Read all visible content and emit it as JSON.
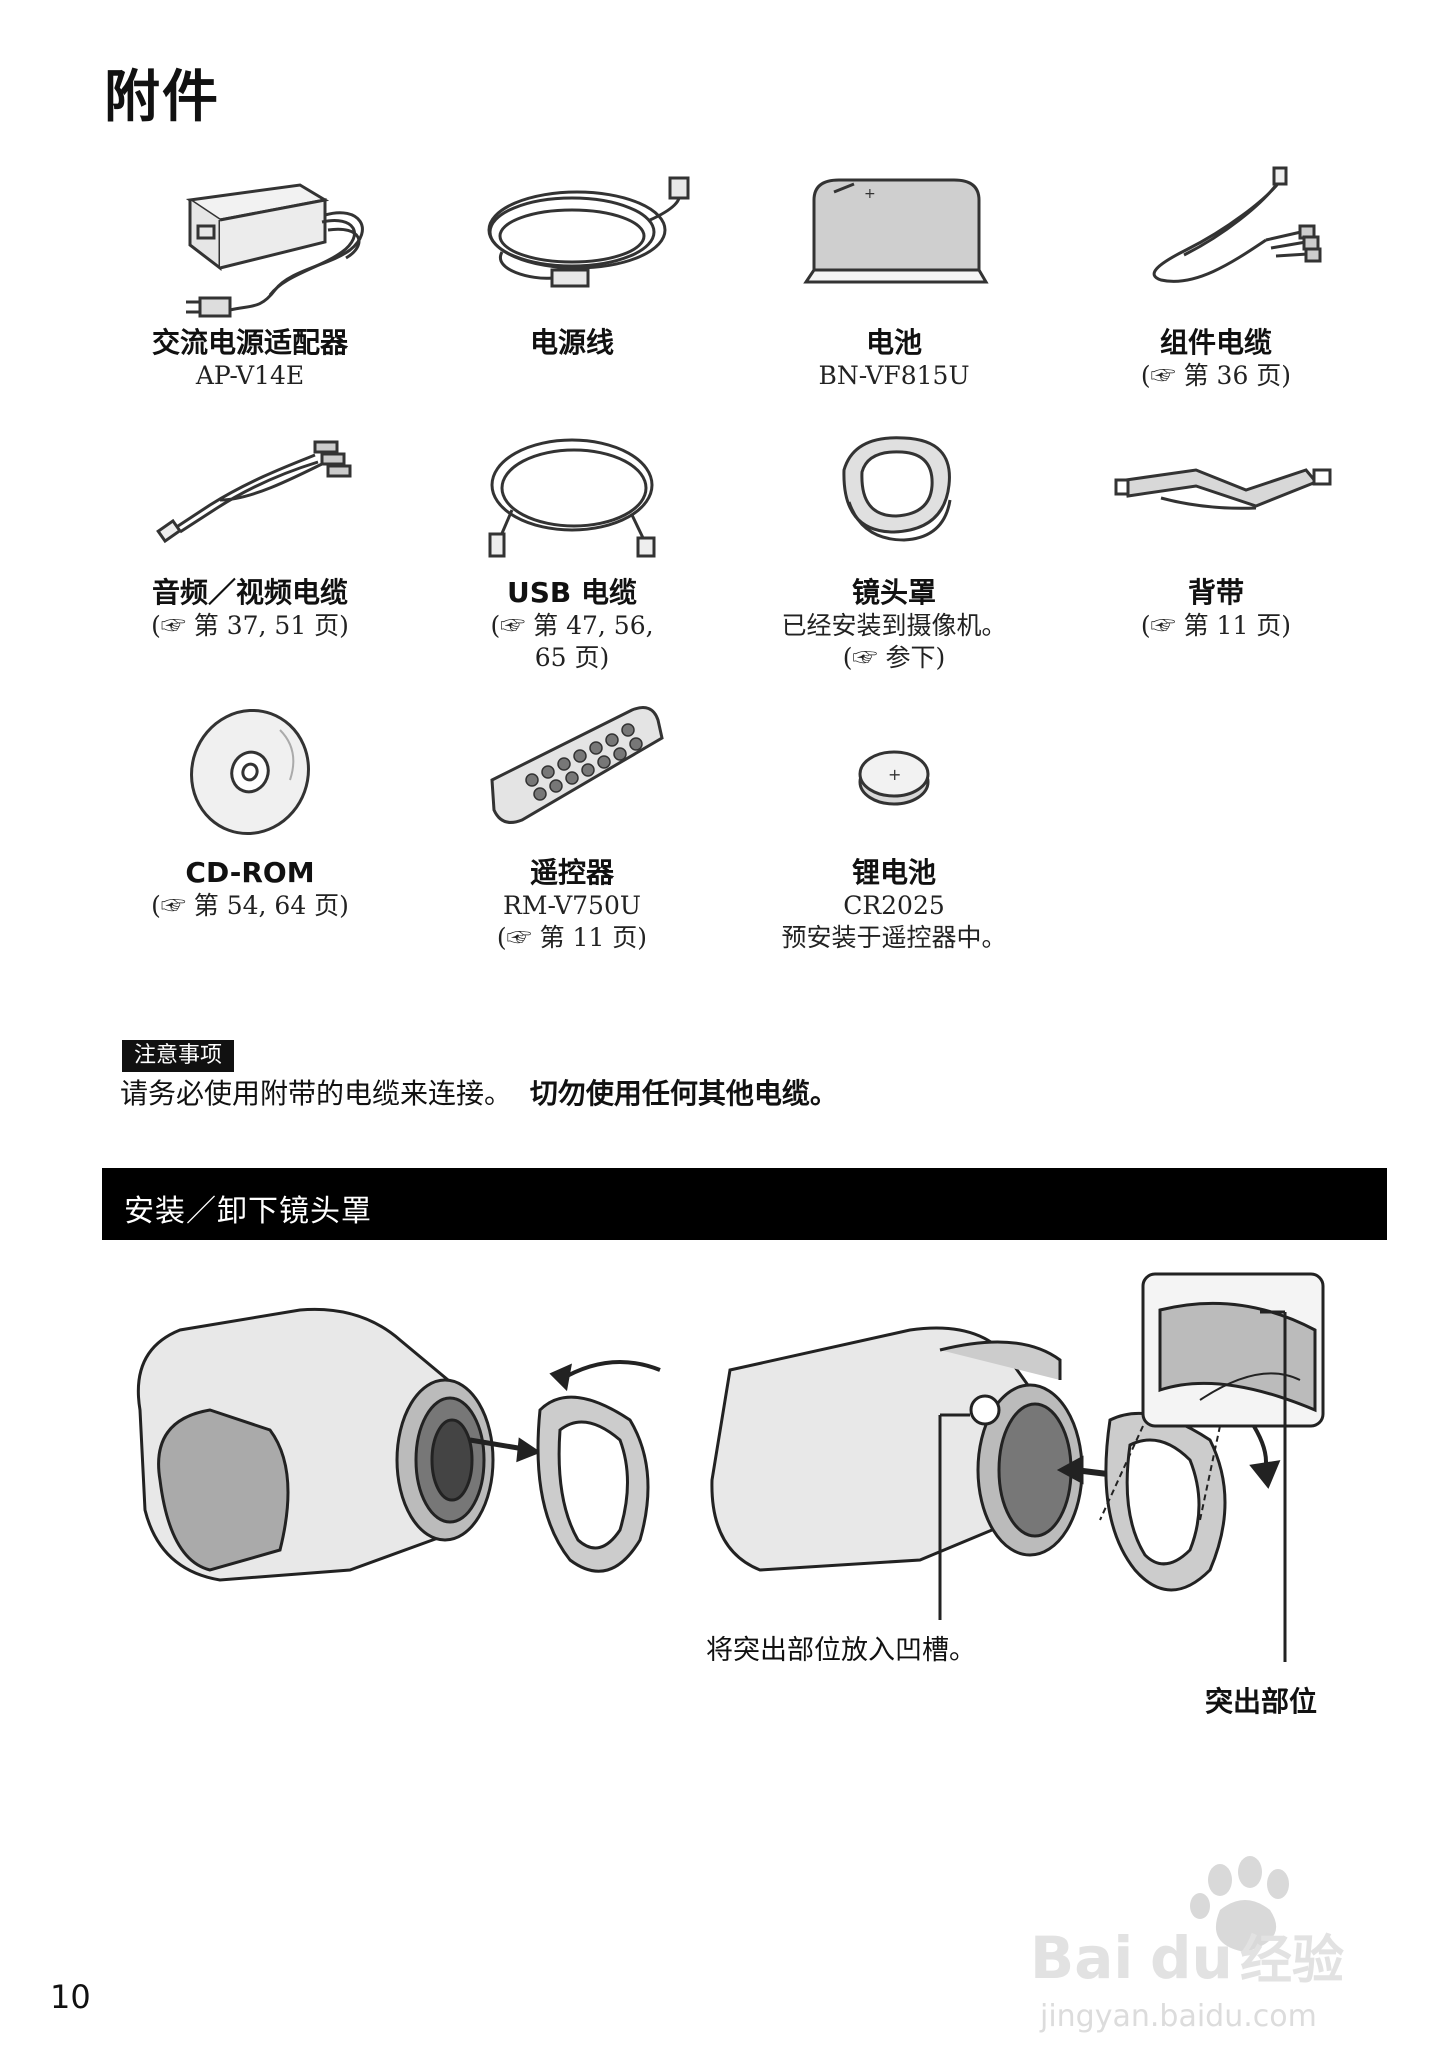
{
  "page": {
    "title": "附件",
    "number": "10"
  },
  "accessories": [
    {
      "name": "交流电源适配器",
      "lines": [
        "AP-V14E"
      ]
    },
    {
      "name": "电源线",
      "lines": []
    },
    {
      "name": "电池",
      "lines": [
        "BN-VF815U"
      ]
    },
    {
      "name": "组件电缆",
      "lines": [
        "(☞ 第 36 页)"
      ]
    },
    {
      "name": "音频／视频电缆",
      "lines": [
        "(☞ 第 37, 51 页)"
      ]
    },
    {
      "name": "USB 电缆",
      "lines": [
        "(☞ 第 47, 56,",
        "65 页)"
      ]
    },
    {
      "name": "镜头罩",
      "lines": [
        "已经安装到摄像机。",
        "(☞ 参下)"
      ]
    },
    {
      "name": "背带",
      "lines": [
        "(☞ 第 11 页)"
      ]
    },
    {
      "name": "CD-ROM",
      "lines": [
        "(☞ 第 54, 64 页)"
      ]
    },
    {
      "name": "遥控器",
      "lines": [
        "RM-V750U",
        "(☞ 第 11 页)"
      ]
    },
    {
      "name": "锂电池",
      "lines": [
        "CR2025",
        "预安装于遥控器中。"
      ]
    }
  ],
  "note": {
    "badge": "注意事项",
    "text": "请务必使用附带的电缆来连接。",
    "bold": "切勿使用任何其他电缆。"
  },
  "section": {
    "title": "安装／卸下镜头罩"
  },
  "illustration": {
    "caption_groove": "将突出部位放入凹槽。",
    "caption_protrusion": "突出部位"
  },
  "watermark": {
    "brand": "Bai",
    "brand_mid": "du",
    "suffix": "经验",
    "url": "jingyan.baidu.com"
  }
}
